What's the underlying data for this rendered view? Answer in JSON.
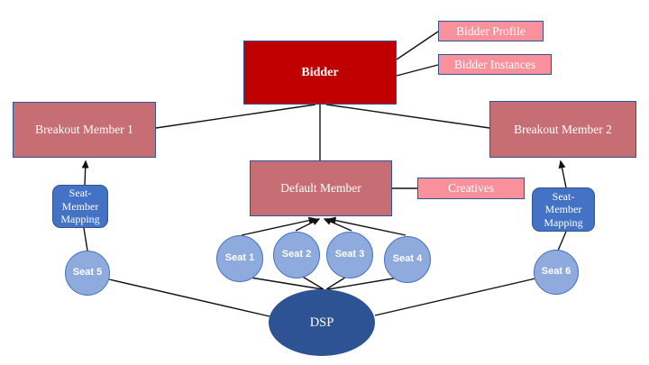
{
  "nodes": {
    "bidder": {
      "label": "Bidder"
    },
    "bidder_profile": {
      "label": "Bidder Profile"
    },
    "bidder_instances": {
      "label": "Bidder Instances"
    },
    "breakout_member_1": {
      "label": "Breakout Member 1"
    },
    "breakout_member_2": {
      "label": "Breakout Member 2"
    },
    "default_member": {
      "label": "Default Member"
    },
    "creatives": {
      "label": "Creatives"
    },
    "seat_member_mapping_1": {
      "label": "Seat-Member Mapping"
    },
    "seat_member_mapping_2": {
      "label": "Seat-Member Mapping"
    },
    "seat_1": {
      "label": "Seat 1"
    },
    "seat_2": {
      "label": "Seat 2"
    },
    "seat_3": {
      "label": "Seat 3"
    },
    "seat_4": {
      "label": "Seat 4"
    },
    "seat_5": {
      "label": "Seat 5"
    },
    "seat_6": {
      "label": "Seat 6"
    },
    "dsp": {
      "label": "DSP"
    }
  },
  "colors": {
    "bidder_fill": "#C00000",
    "member_fill": "#C76E75",
    "pink_fill": "#F8919C",
    "mapping_fill": "#4472C4",
    "seat_fill": "#8FAADC",
    "seat_border": "#4472C4",
    "dsp_fill": "#2E5395",
    "box_border": "#2F5496",
    "connector": "#111111"
  },
  "edges": [
    {
      "from": "bidder",
      "to": "default_member",
      "arrow": false
    },
    {
      "from": "bidder",
      "to": "breakout_member_1",
      "arrow": false
    },
    {
      "from": "bidder",
      "to": "breakout_member_2",
      "arrow": false
    },
    {
      "from": "bidder",
      "to": "bidder_profile",
      "arrow": false
    },
    {
      "from": "bidder",
      "to": "bidder_instances",
      "arrow": false
    },
    {
      "from": "default_member",
      "to": "creatives",
      "arrow": false
    },
    {
      "from": "seat_1",
      "to": "default_member",
      "arrow": true
    },
    {
      "from": "seat_2",
      "to": "default_member",
      "arrow": true
    },
    {
      "from": "seat_3",
      "to": "default_member",
      "arrow": true
    },
    {
      "from": "seat_4",
      "to": "default_member",
      "arrow": true
    },
    {
      "from": "seat_1",
      "to": "dsp",
      "arrow": false
    },
    {
      "from": "seat_2",
      "to": "dsp",
      "arrow": false
    },
    {
      "from": "seat_3",
      "to": "dsp",
      "arrow": false
    },
    {
      "from": "seat_4",
      "to": "dsp",
      "arrow": false
    },
    {
      "from": "seat_5",
      "to": "dsp",
      "arrow": false
    },
    {
      "from": "seat_6",
      "to": "dsp",
      "arrow": false
    },
    {
      "from": "seat_5",
      "to": "seat_member_mapping_1",
      "arrow": false
    },
    {
      "from": "seat_member_mapping_1",
      "to": "breakout_member_1",
      "arrow": true
    },
    {
      "from": "seat_6",
      "to": "seat_member_mapping_2",
      "arrow": false
    },
    {
      "from": "seat_member_mapping_2",
      "to": "breakout_member_2",
      "arrow": true
    }
  ]
}
